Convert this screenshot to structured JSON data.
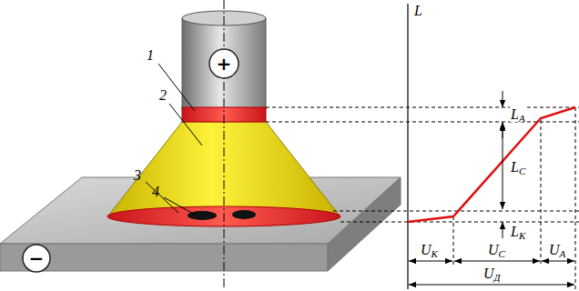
{
  "diagram": {
    "nodes": [
      {
        "text": [
          "+"
        ]
      },
      {
        "text": [
          "−"
        ]
      }
    ],
    "labels": [
      "1",
      "2",
      "3",
      "4",
      "L",
      "LA",
      "LC",
      "LK",
      "UK",
      "UC",
      "UA",
      "UД"
    ]
  }
}
